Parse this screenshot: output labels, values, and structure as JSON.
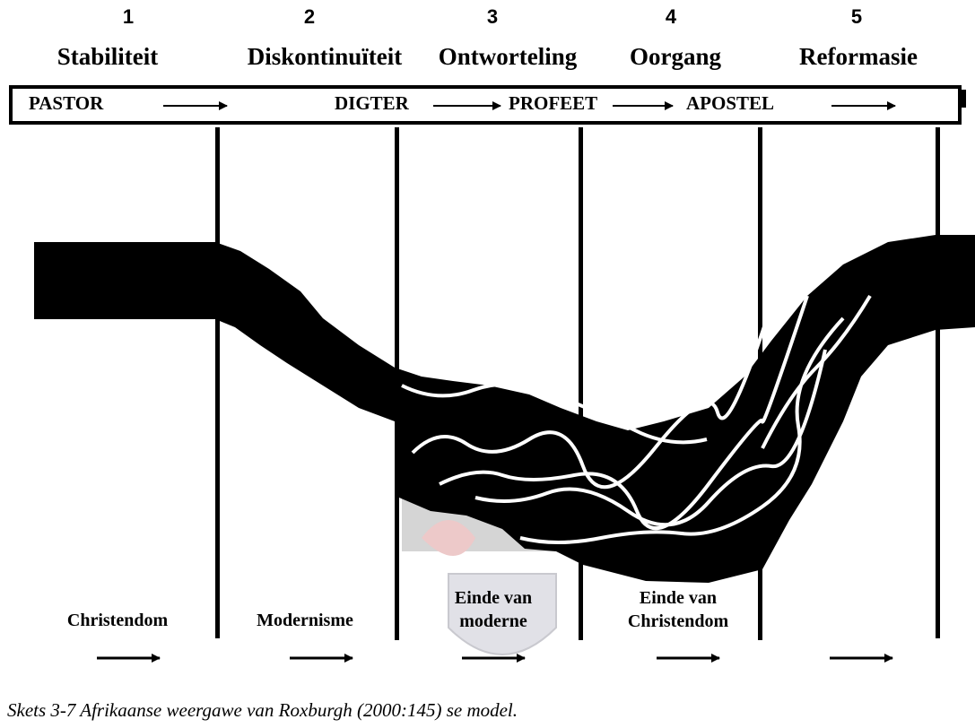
{
  "phases": [
    {
      "number": "1",
      "label": "Stabiliteit"
    },
    {
      "number": "2",
      "label": "Diskontinuïteit"
    },
    {
      "number": "3",
      "label": "Ontworteling"
    },
    {
      "number": "4",
      "label": "Oorgang"
    },
    {
      "number": "5",
      "label": "Reformasie"
    }
  ],
  "roles": [
    "PASTOR",
    "DIGTER",
    "PROFEET",
    "APOSTEL"
  ],
  "eras": {
    "christendom": "Christendom",
    "modernisme": "Modernisme",
    "einde_moderne_1": "Einde van",
    "einde_moderne_2": "moderne",
    "einde_christendom_1": "Einde van",
    "einde_christendom_2": "Christendom"
  },
  "caption": "Skets 3-7 Afrikaanse weergawe van Roxburgh (2000:145) se model."
}
